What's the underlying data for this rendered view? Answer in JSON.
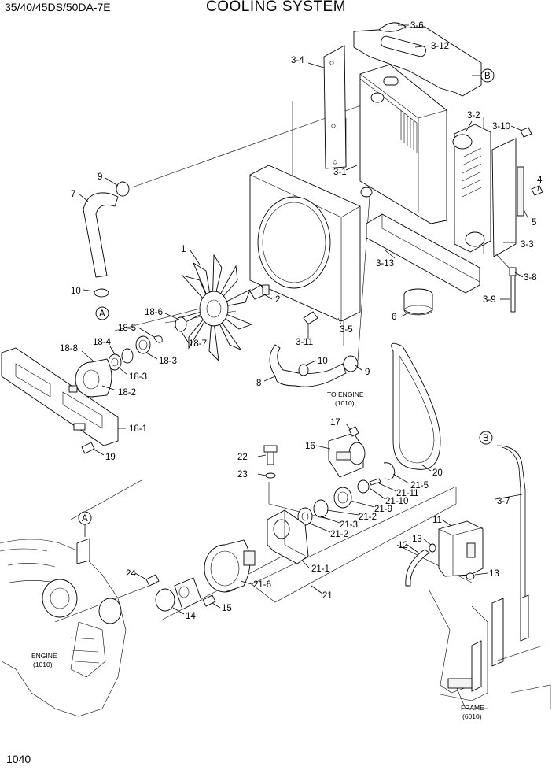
{
  "header": {
    "model": "35/40/45DS/50DA-7E",
    "title": "COOLING SYSTEM"
  },
  "page_number": "1040",
  "callouts": {
    "c3_6": "3-6",
    "c3_12": "3-12",
    "c3_4": "3-4",
    "cB_top": "B",
    "c3_2": "3-2",
    "c3_10": "3-10",
    "c3_1": "3-1",
    "c9_top": "9",
    "c4": "4",
    "c7": "7",
    "c5": "5",
    "c3_3": "3-3",
    "c3_13": "3-13",
    "c1": "1",
    "c3_8": "3-8",
    "c10_left": "10",
    "c2": "2",
    "c3_9": "3-9",
    "cA_top": "A",
    "c18_6": "18-6",
    "c6": "6",
    "c18_5": "18-5",
    "c3_5": "3-5",
    "c18_7": "18-7",
    "c18_8": "18-8",
    "c18_4": "18-4",
    "c3_11": "3-11",
    "c18_3a": "18-3",
    "c18_3b": "18-3",
    "c10_mid": "10",
    "c9_mid": "9",
    "c8": "8",
    "c18_2": "18-2",
    "c18_1": "18-1",
    "c19": "19",
    "c17": "17",
    "c16": "16",
    "cB_bottom": "B",
    "c22": "22",
    "c20": "20",
    "c23": "23",
    "c21_5": "21-5",
    "c21_11": "21-11",
    "c21_10": "21-10",
    "c21_9": "21-9",
    "c3_7": "3-7",
    "c21_2a": "21-2",
    "c21_3": "21-3",
    "c21_2b": "21-2",
    "cA_bottom": "A",
    "c11": "11",
    "c13a": "13",
    "c12": "12",
    "c21_1": "21-1",
    "c24": "24",
    "c13b": "13",
    "c21_6": "21-6",
    "c15": "15",
    "c14": "14",
    "c21": "21"
  },
  "notes": {
    "to_engine_label": "TO ENGINE",
    "to_engine_ref": "(1010)",
    "engine_label": "ENGINE",
    "engine_ref": "(1010)",
    "frame_label": "FRAME",
    "frame_ref": "(6010)"
  }
}
